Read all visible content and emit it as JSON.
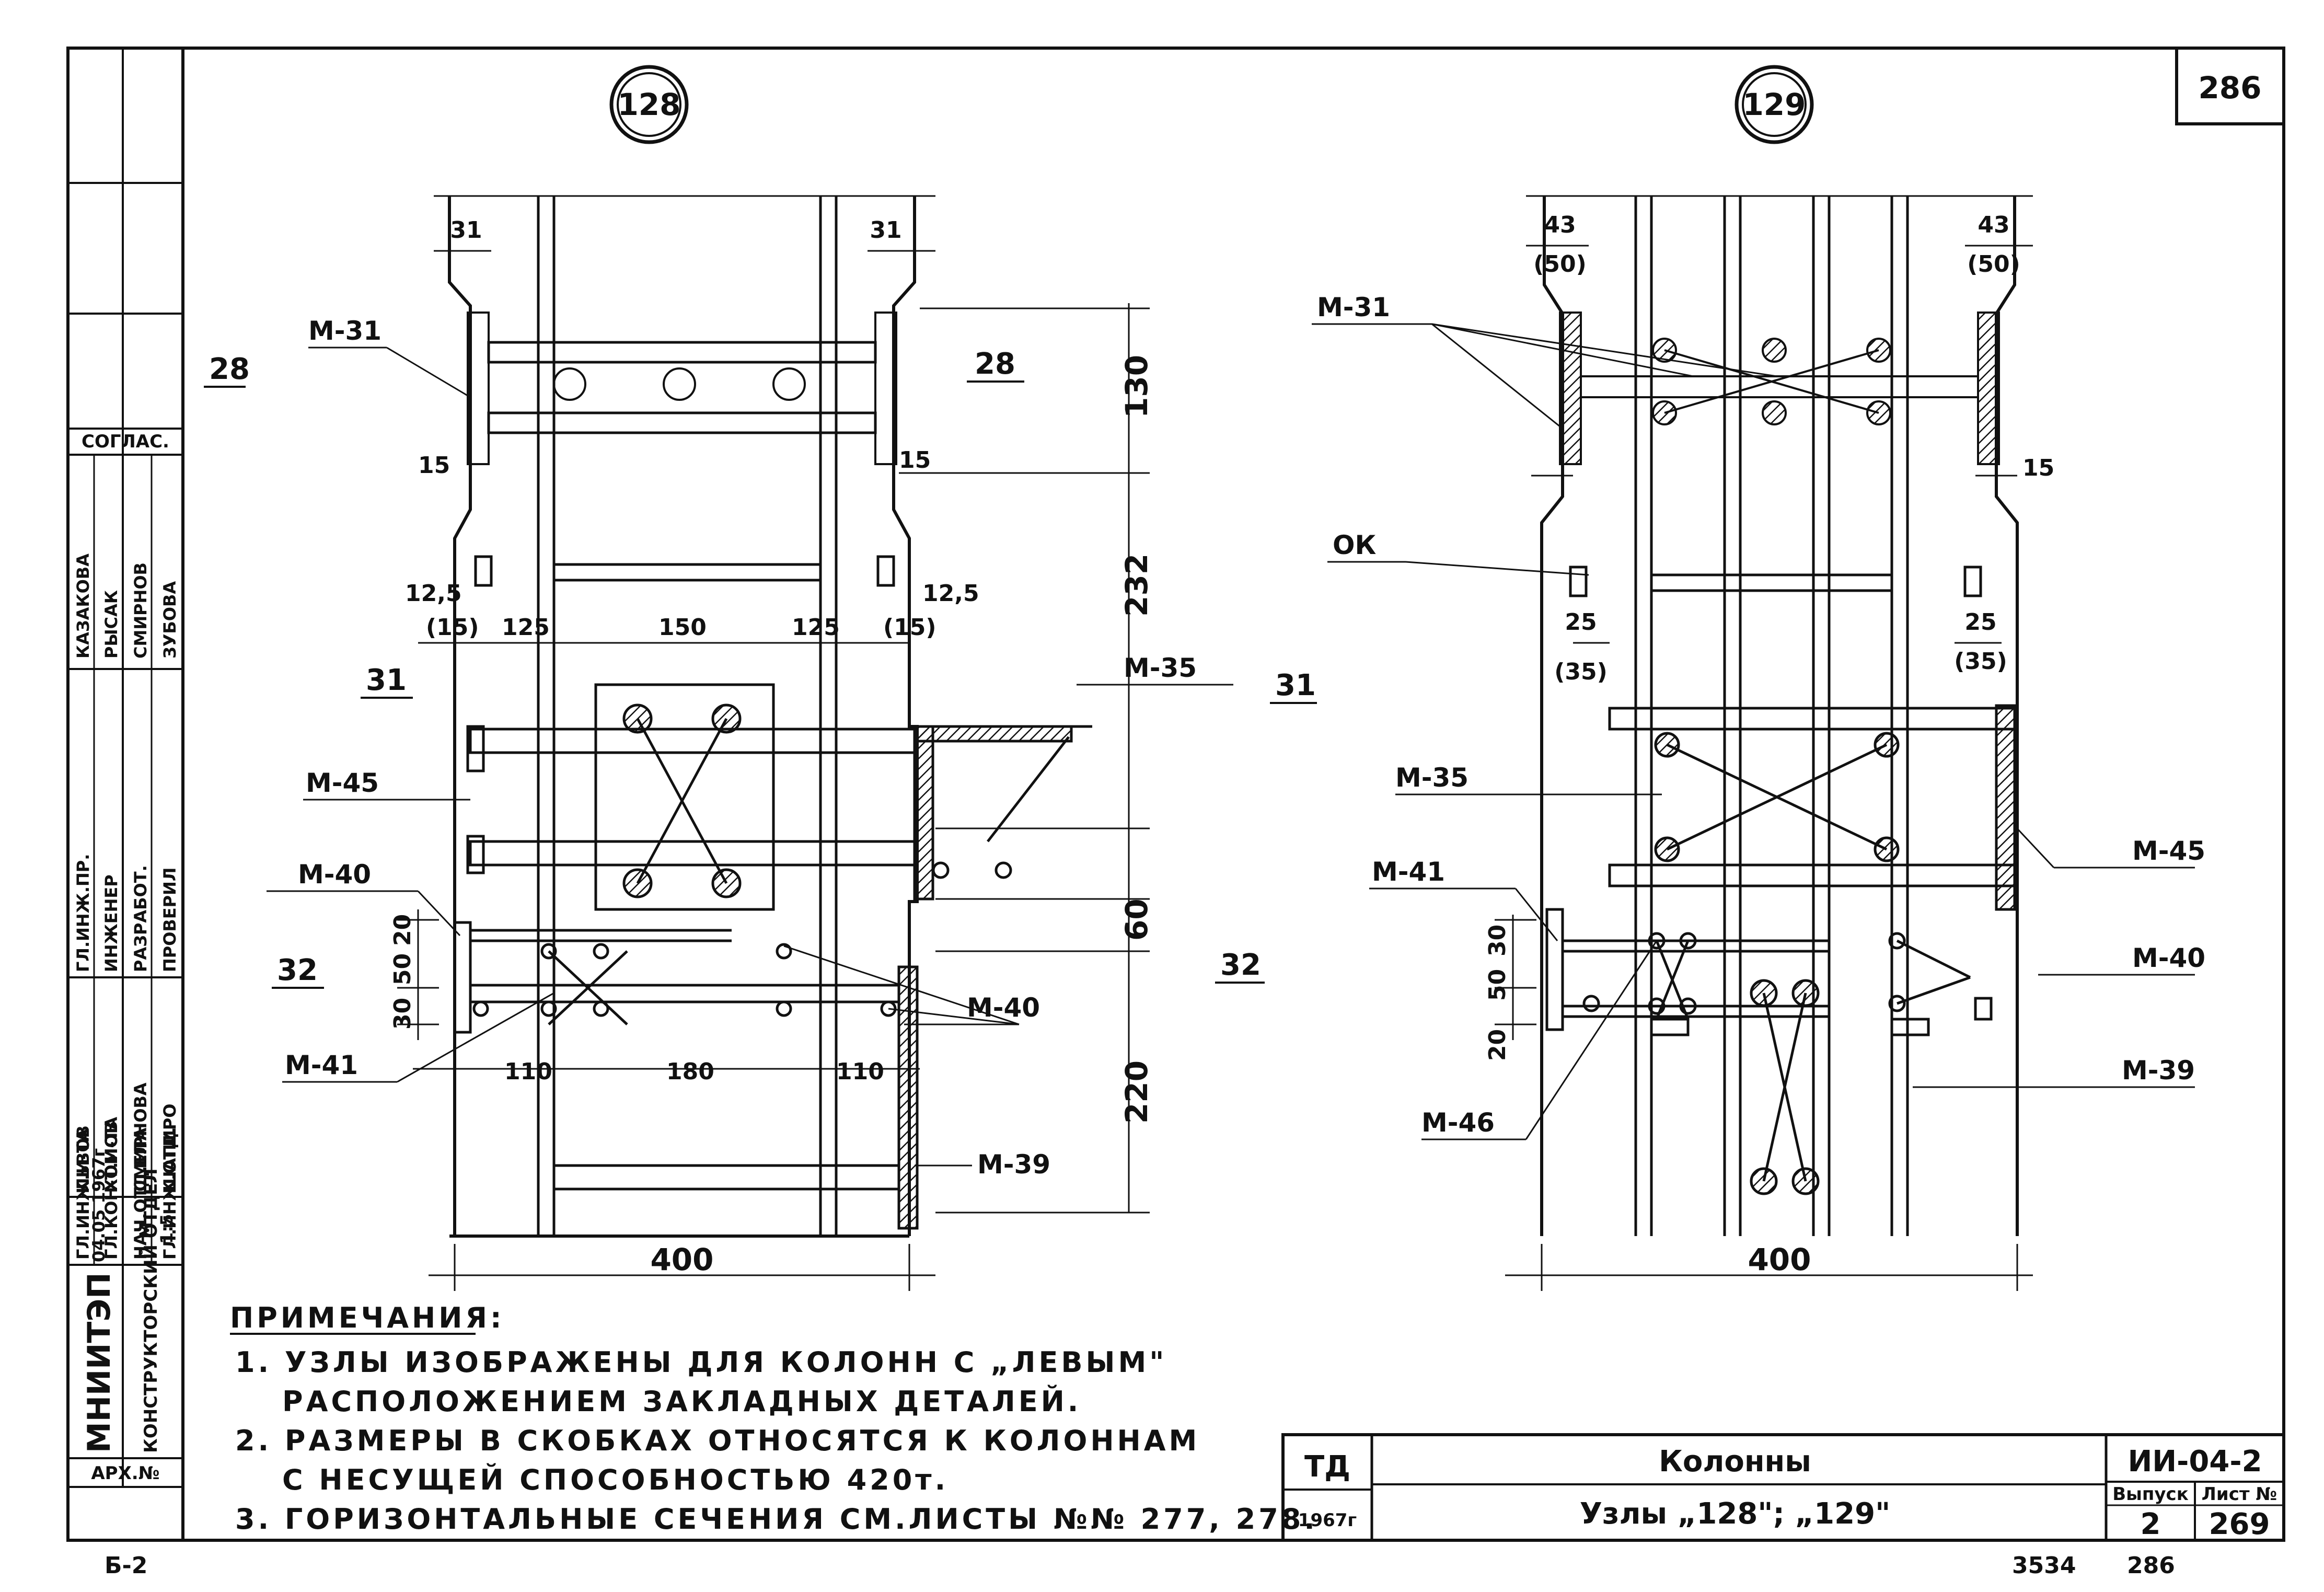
{
  "sheet": {
    "page_no": "286",
    "footer_left": "Б-2",
    "footer_code": "3534",
    "footer_page": "286"
  },
  "nodes": [
    {
      "number": "128",
      "dims": {
        "top_left": "31",
        "top_right": "31",
        "d_15_left": "15",
        "d_15_right": "15",
        "d125_left": "12,5",
        "d15_left": "(15)",
        "d125_right": "12,5",
        "d15_right": "(15)",
        "w125_a": "125",
        "w150": "150",
        "w125_b": "125",
        "v130": "130",
        "v232": "232",
        "v60": "60",
        "v220": "220",
        "v30": "30",
        "v50": "50",
        "v20": "20",
        "h110_a": "110",
        "h180": "180",
        "h110_b": "110",
        "width": "400"
      },
      "sections": {
        "s28_left": "28",
        "s28_right": "28",
        "s31_left": "31",
        "s31_right": "31",
        "s32_left": "32",
        "s32_right": "32"
      },
      "labels": {
        "m31": "М-31",
        "m45": "М-45",
        "m40_left": "М-40",
        "m41": "М-41",
        "m35": "М-35",
        "m40_right": "М-40",
        "m39": "М-39"
      }
    },
    {
      "number": "129",
      "dims": {
        "top_left": "43",
        "top_left_b": "(50)",
        "top_right": "43",
        "top_right_b": "(50)",
        "d15": "15",
        "d25_left": "25",
        "d35_left": "(35)",
        "d25_right": "25",
        "d35_right": "(35)",
        "v30": "30",
        "v50": "50",
        "v20": "20",
        "width": "400"
      },
      "labels": {
        "m31": "М-31",
        "ok": "ОК",
        "m35": "М-35",
        "m45": "М-45",
        "m41": "М-41",
        "m40": "М-40",
        "m39": "М-39",
        "m46": "М-46"
      }
    }
  ],
  "notes": {
    "title": "ПРИМЕЧАНИЯ:",
    "items": [
      "1. УЗЛЫ ИЗОБРАЖЕНЫ ДЛЯ КОЛОНН С „ЛЕВЫМ\"",
      "РАСПОЛОЖЕНИЕМ ЗАКЛАДНЫХ ДЕТАЛЕЙ.",
      "2. РАЗМЕРЫ В СКОБКАХ ОТНОСЯТСЯ К КОЛОННАМ",
      "С НЕСУЩЕЙ СПОСОБНОСТЬЮ 420т.",
      "3. ГОРИЗОНТАЛЬНЫЕ СЕЧЕНИЯ СМ.ЛИСТЫ №№ 277, 278."
    ]
  },
  "title_block": {
    "org": "ТД",
    "year": "1967г",
    "title": "Колонны",
    "subtitle": "Узлы „128\"; „129\"",
    "series": "ИИ-04-2",
    "issue_label": "Выпуск",
    "sheet_label": "Лист №",
    "issue": "2",
    "sheet": "269"
  },
  "stamp": {
    "org_name": "МНИИТЭП",
    "dept": "КОНСТРУКТОРСКИЙ ОТДЕЛ",
    "arch_no": "АРХ.№",
    "date": "04.05 1967г",
    "scale_label": "М",
    "scale": "1:5",
    "agreed": "СОГЛАС.",
    "rows": [
      {
        "role": "ГЛ.ИНЖ.И-ТА",
        "name": "ЗЕЛЕНСКИЙ"
      },
      {
        "role": "ГЛ.КОН-Т.И-ТА",
        "name": "ХОМОВ"
      },
      {
        "role": "НАЧ.ОТД.ЕЛА",
        "name": "СМИРНОВА"
      },
      {
        "role": "ГЛ.ИНЖ.ОТД.",
        "name": "ШАПИРО"
      },
      {
        "role": "ГЛ.ИНЖ.ПР.",
        "name": "ЛЬВОВ"
      },
      {
        "role": "ИНЖЕНЕР",
        "name": "ХОМОВ"
      },
      {
        "role": "РАЗРАБОТ.",
        "name": "СМИРНОВА"
      },
      {
        "role": "ПРОВЕРИЛ",
        "name": "ШАПИРО"
      }
    ],
    "agreed_names": [
      "КАЗАКОВА",
      "РЫСАК",
      "СМИРНОВ",
      "ЗУБОВА"
    ]
  }
}
